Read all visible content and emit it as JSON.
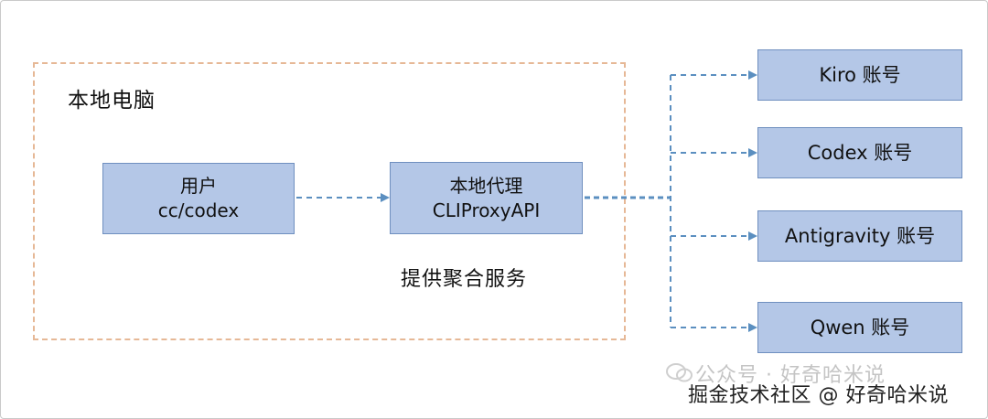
{
  "group": {
    "label": "本地电脑",
    "caption": "提供聚合服务"
  },
  "user": {
    "line1": "用户",
    "line2": "cc/codex"
  },
  "proxy": {
    "line1": "本地代理",
    "line2": "CLIProxyAPI"
  },
  "accounts": [
    {
      "label": "Kiro 账号"
    },
    {
      "label": "Codex 账号"
    },
    {
      "label": "Antigravity 账号"
    },
    {
      "label": "Qwen 账号"
    }
  ],
  "watermark": {
    "text": "公众号 · 好奇哈米说",
    "icon": "wechat-icon"
  },
  "credit": "掘金技术社区 @ 好奇哈米说",
  "colors": {
    "box_fill": "#b4c7e7",
    "box_border": "#6f8fbf",
    "group_border": "#e6b896",
    "arrow": "#5b8fc0"
  }
}
